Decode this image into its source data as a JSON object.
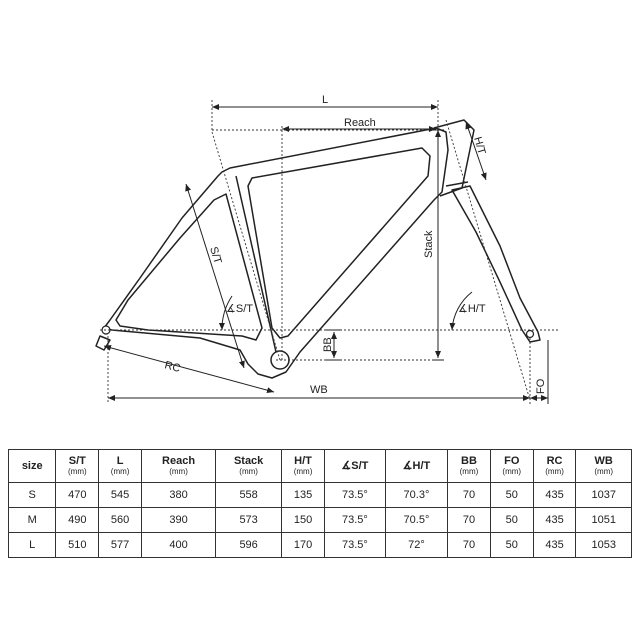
{
  "diagram": {
    "labels": {
      "L": "L",
      "reach": "Reach",
      "ht": "H/T",
      "st": "S/T",
      "stack": "Stack",
      "st_angle": "∡S/T",
      "ht_angle": "∡H/T",
      "bb": "BB",
      "rc": "RC",
      "wb": "WB",
      "fo": "FO"
    }
  },
  "table": {
    "headers": [
      {
        "label": "size",
        "unit": ""
      },
      {
        "label": "S/T",
        "unit": "(mm)"
      },
      {
        "label": "L",
        "unit": "(mm)"
      },
      {
        "label": "Reach",
        "unit": "(mm)"
      },
      {
        "label": "Stack",
        "unit": "(mm)"
      },
      {
        "label": "H/T",
        "unit": "(mm)"
      },
      {
        "label": "∡S/T",
        "unit": ""
      },
      {
        "label": "∡H/T",
        "unit": ""
      },
      {
        "label": "BB",
        "unit": "(mm)"
      },
      {
        "label": "FO",
        "unit": "(mm)"
      },
      {
        "label": "RC",
        "unit": "(mm)"
      },
      {
        "label": "WB",
        "unit": "(mm)"
      }
    ],
    "rows": [
      [
        "S",
        "470",
        "545",
        "380",
        "558",
        "135",
        "73.5°",
        "70.3°",
        "70",
        "50",
        "435",
        "1037"
      ],
      [
        "M",
        "490",
        "560",
        "390",
        "573",
        "150",
        "73.5°",
        "70.5°",
        "70",
        "50",
        "435",
        "1051"
      ],
      [
        "L",
        "510",
        "577",
        "400",
        "596",
        "170",
        "73.5°",
        "72°",
        "70",
        "50",
        "435",
        "1053"
      ]
    ]
  }
}
